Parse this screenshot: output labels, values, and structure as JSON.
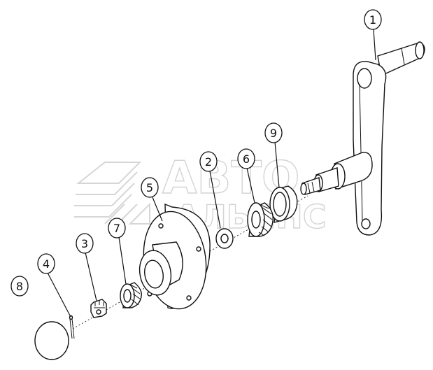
{
  "watermark": {
    "line1": "АВТО",
    "line2": "АЛЬЯНС"
  },
  "callouts": [
    {
      "id": "1",
      "label": "1"
    },
    {
      "id": "2",
      "label": "2"
    },
    {
      "id": "3",
      "label": "3"
    },
    {
      "id": "4",
      "label": "4"
    },
    {
      "id": "5",
      "label": "5"
    },
    {
      "id": "6",
      "label": "6"
    },
    {
      "id": "7",
      "label": "7"
    },
    {
      "id": "8",
      "label": "8"
    },
    {
      "id": "9",
      "label": "9"
    }
  ]
}
